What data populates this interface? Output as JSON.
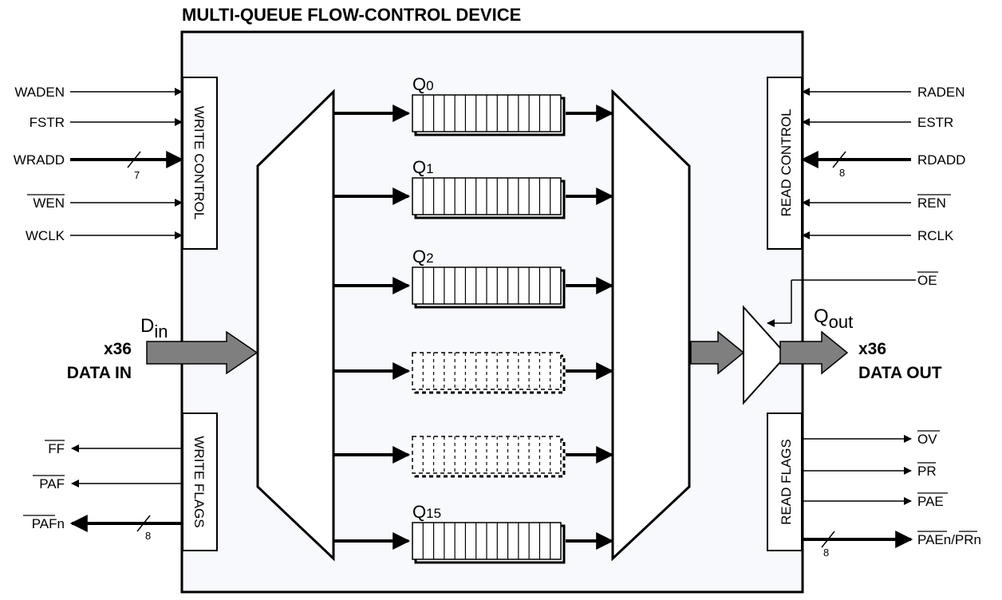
{
  "title": "MULTI-QUEUE FLOW-CONTROL DEVICE",
  "blocks": {
    "write_control": "WRITE CONTROL",
    "read_control": "READ CONTROL",
    "write_flags": "WRITE FLAGS",
    "read_flags": "READ FLAGS"
  },
  "write_inputs": [
    {
      "name": "WADEN",
      "overline": false
    },
    {
      "name": "FSTR",
      "overline": false
    },
    {
      "name": "WRADD",
      "overline": false,
      "bus_width": "7"
    },
    {
      "name": "WEN",
      "overline": true
    },
    {
      "name": "WCLK",
      "overline": false
    }
  ],
  "read_inputs": [
    {
      "name": "RADEN",
      "overline": false
    },
    {
      "name": "ESTR",
      "overline": false
    },
    {
      "name": "RDADD",
      "overline": false,
      "bus_width": "8"
    },
    {
      "name": "REN",
      "overline": true
    },
    {
      "name": "RCLK",
      "overline": false
    }
  ],
  "output_enable": {
    "name": "OE",
    "overline": true
  },
  "write_flag_outputs": [
    {
      "name": "FF",
      "overline": true
    },
    {
      "name": "PAF",
      "overline": true
    },
    {
      "name": "PAFn",
      "overline_part": "PAF",
      "suffix": "n",
      "bus_width": "8"
    }
  ],
  "read_flag_outputs": [
    {
      "name": "OV",
      "overline": true
    },
    {
      "name": "PR",
      "overline": true
    },
    {
      "name": "PAE",
      "overline": true
    },
    {
      "name": "PAEn/PRn",
      "bus_width": "8"
    }
  ],
  "data_in": {
    "symbol": "D",
    "subscript": "in",
    "width": "x36",
    "label": "DATA IN"
  },
  "data_out": {
    "symbol": "Q",
    "subscript": "out",
    "width": "x36",
    "label": "DATA OUT"
  },
  "queues": [
    {
      "symbol": "Q",
      "index": "0",
      "dashed": false
    },
    {
      "symbol": "Q",
      "index": "1",
      "dashed": false
    },
    {
      "symbol": "Q",
      "index": "2",
      "dashed": false
    },
    {
      "symbol": "",
      "index": "",
      "dashed": true
    },
    {
      "symbol": "",
      "index": "",
      "dashed": true
    },
    {
      "symbol": "Q",
      "index": "15",
      "dashed": false
    }
  ],
  "colors": {
    "device_fill": "#f7f9fd",
    "bus_arrow_fill": "#7f7f7f",
    "line": "#000000"
  }
}
